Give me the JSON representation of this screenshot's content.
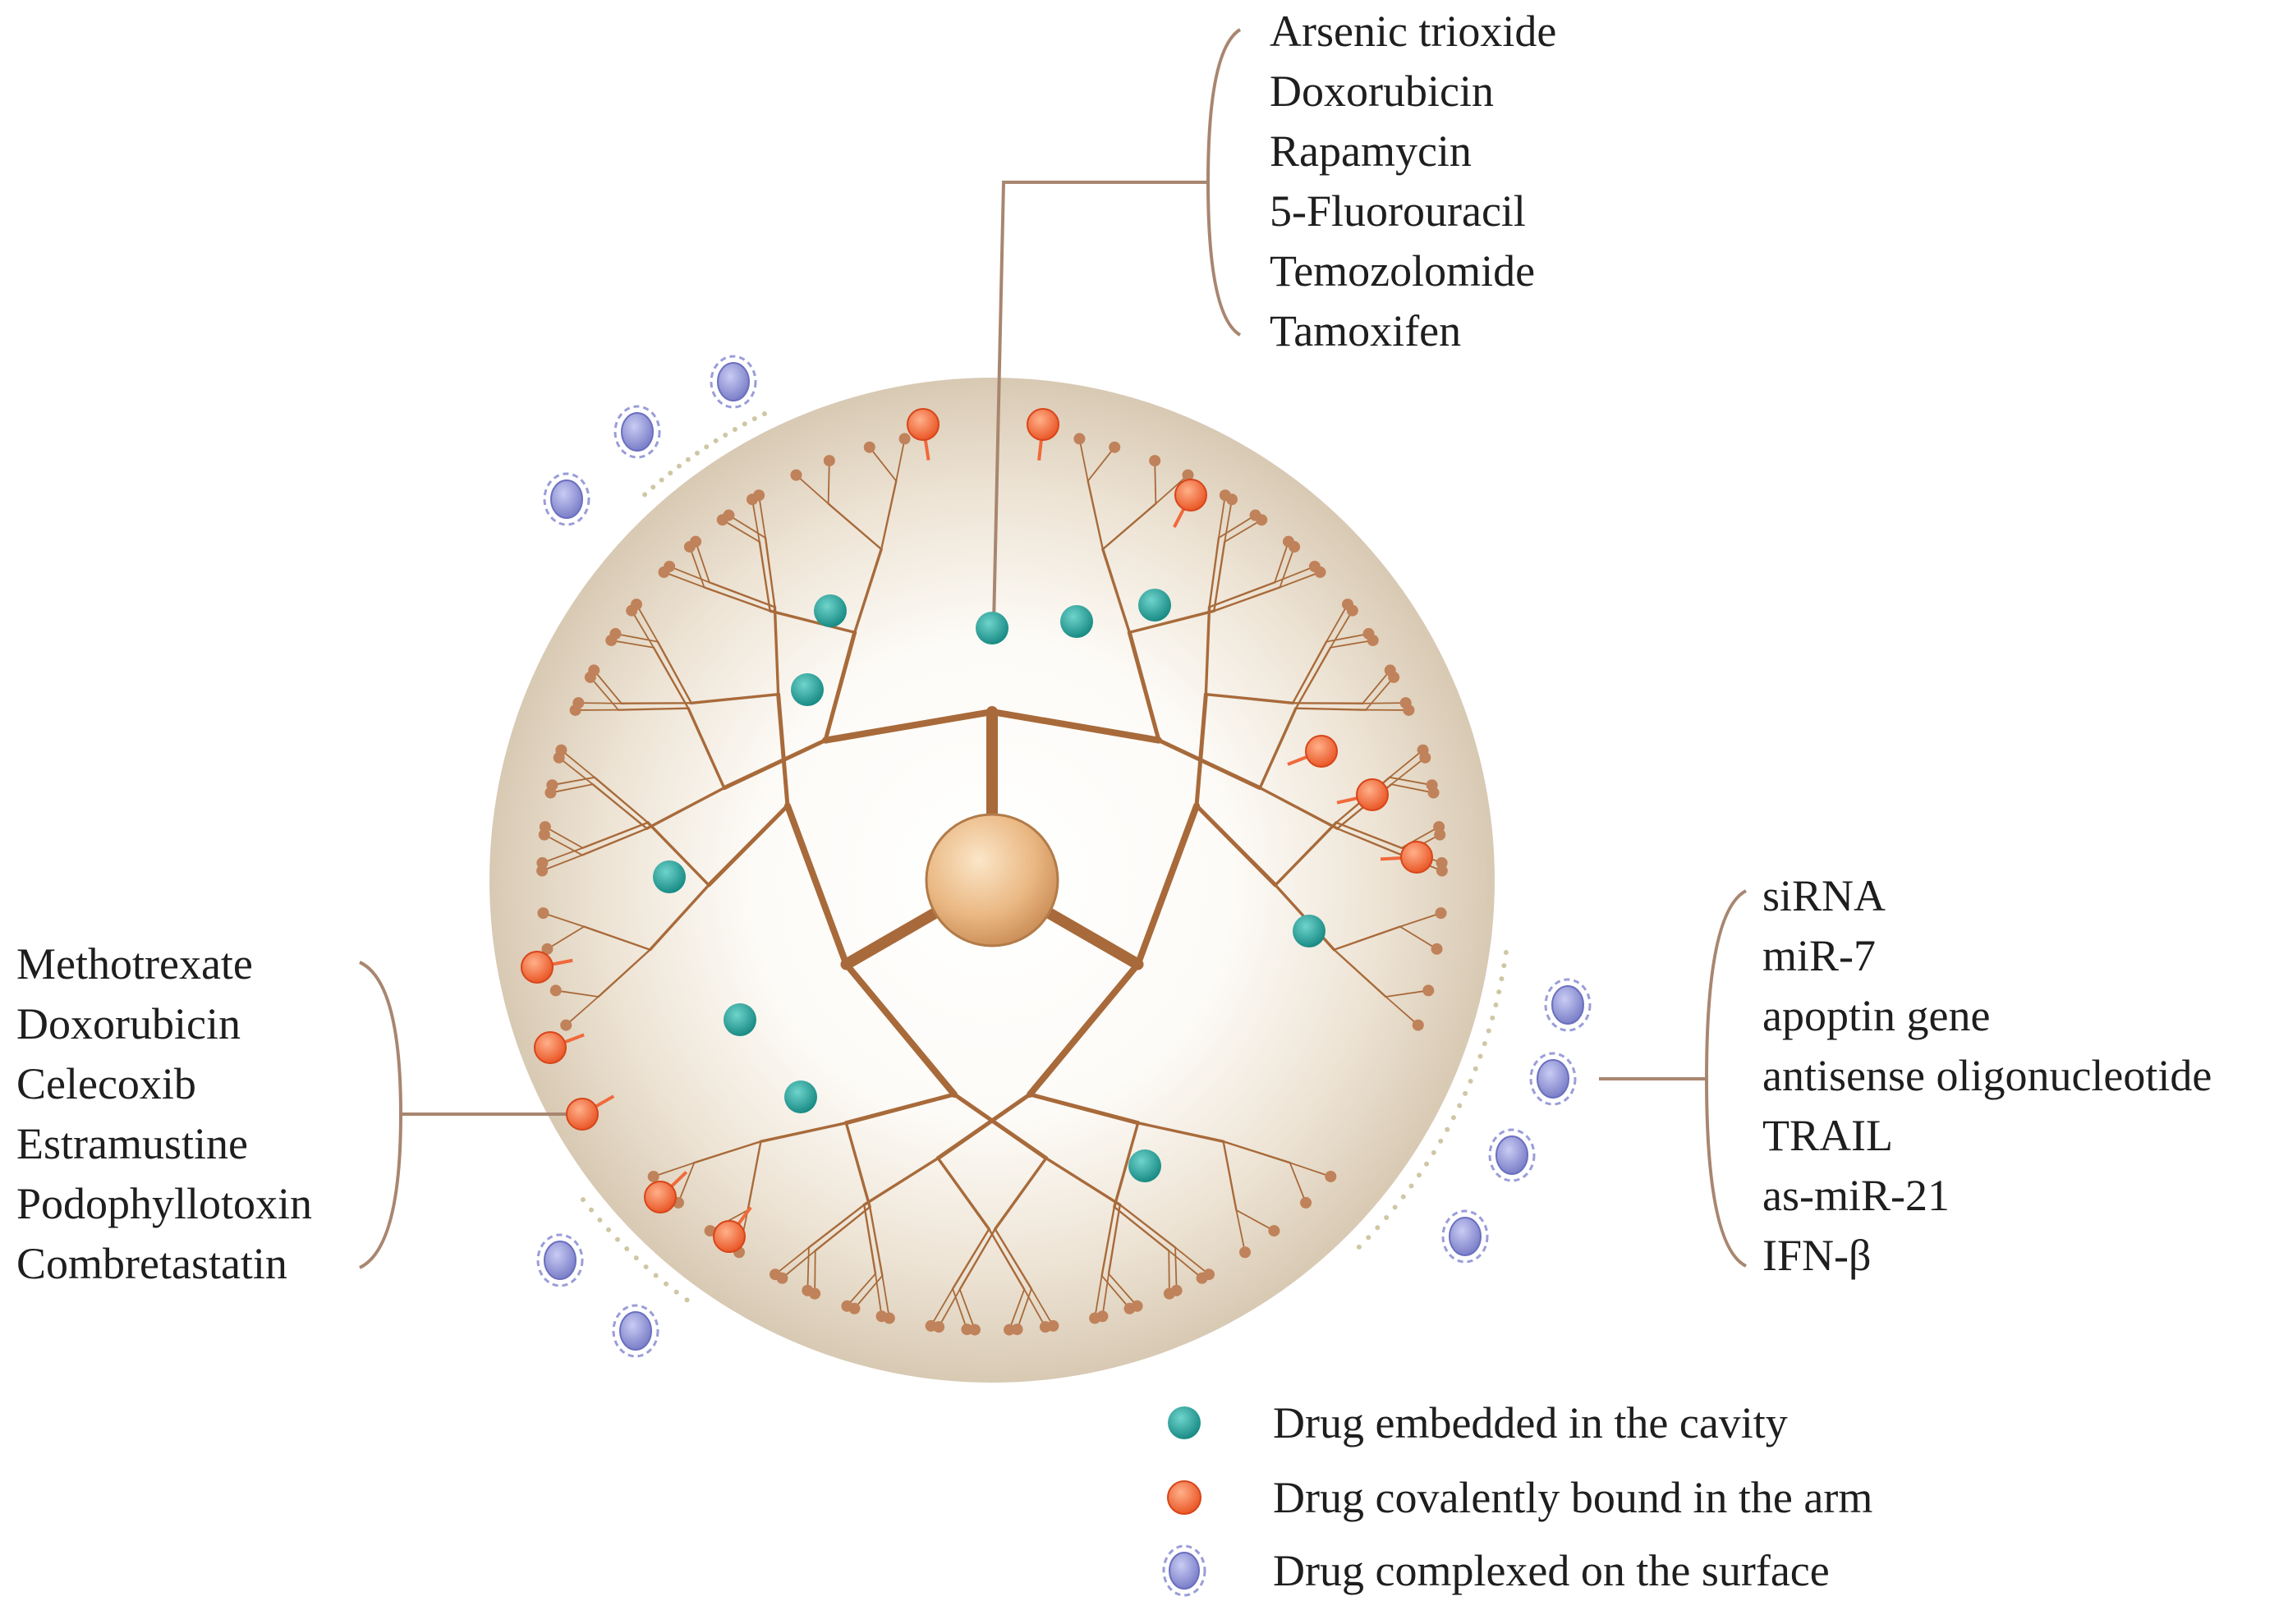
{
  "colors": {
    "branch": "#a86a3a",
    "node": "#c0825a",
    "sphere_edge": "#d8c9b3",
    "core": "#e0aa74",
    "cavity_drug": "#1f9d96",
    "covalent_drug": "#f06a3c",
    "surface_drug": "#8e92d4"
  },
  "drug_groups": {
    "covalent_top": {
      "icon": "orange-dot",
      "items": [
        "Arsenic trioxide",
        "Doxorubicin",
        "Rapamycin",
        "5-Fluorouracil",
        "Temozolomide",
        "Tamoxifen"
      ]
    },
    "covalent_left": {
      "icon": "orange-dot",
      "items": [
        "Methotrexate",
        "Doxorubicin",
        "Celecoxib",
        "Estramustine",
        "Podophyllotoxin",
        "Combretastatin"
      ]
    },
    "surface_right": {
      "icon": "blue-dashed-dot",
      "items": [
        "siRNA",
        "miR-7",
        "apoptin gene",
        "antisense oligonucleotide",
        "TRAIL",
        "as-miR-21",
        "IFN-β"
      ]
    }
  },
  "legend": [
    {
      "icon": "cavity-drug-icon",
      "label": "Drug embedded in the cavity"
    },
    {
      "icon": "covalent-drug-icon",
      "label": "Drug covalently bound in the arm"
    },
    {
      "icon": "surface-drug-icon",
      "label": "Drug complexed on the surface"
    }
  ]
}
